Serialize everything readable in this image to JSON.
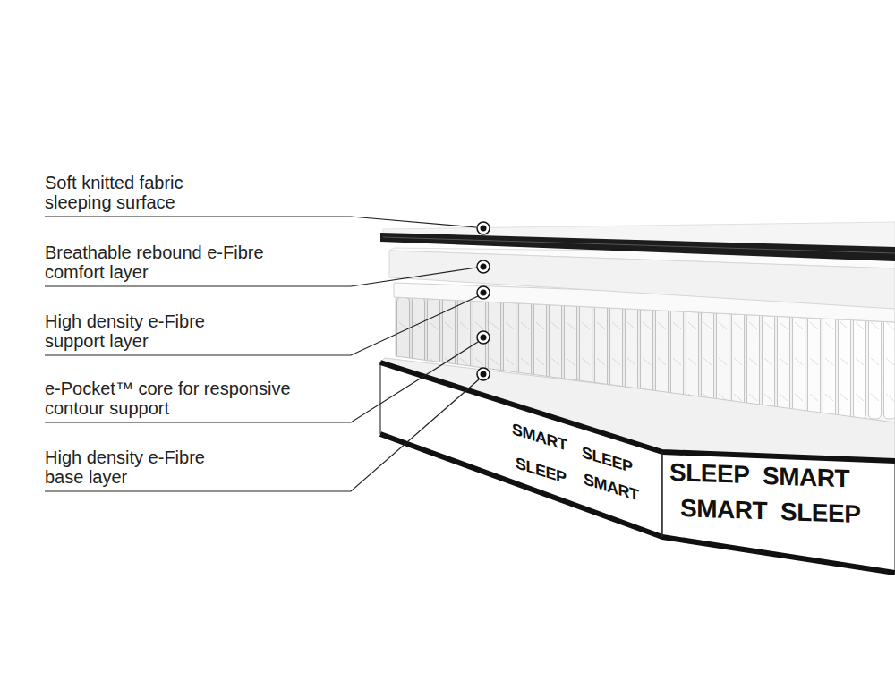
{
  "diagram": {
    "labels": [
      "Soft knitted fabric sleeping surface",
      "Breathable rebound e-Fibre comfort layer",
      "High density e-Fibre support layer",
      "e-Pocket™ core for responsive contour support",
      "High density e-Fibre base layer",
      "SMART",
      "SLEEP",
      "SLEEP",
      "SMART",
      "SLEEP",
      "SMART",
      "SMART",
      "SLEEP"
    ]
  }
}
